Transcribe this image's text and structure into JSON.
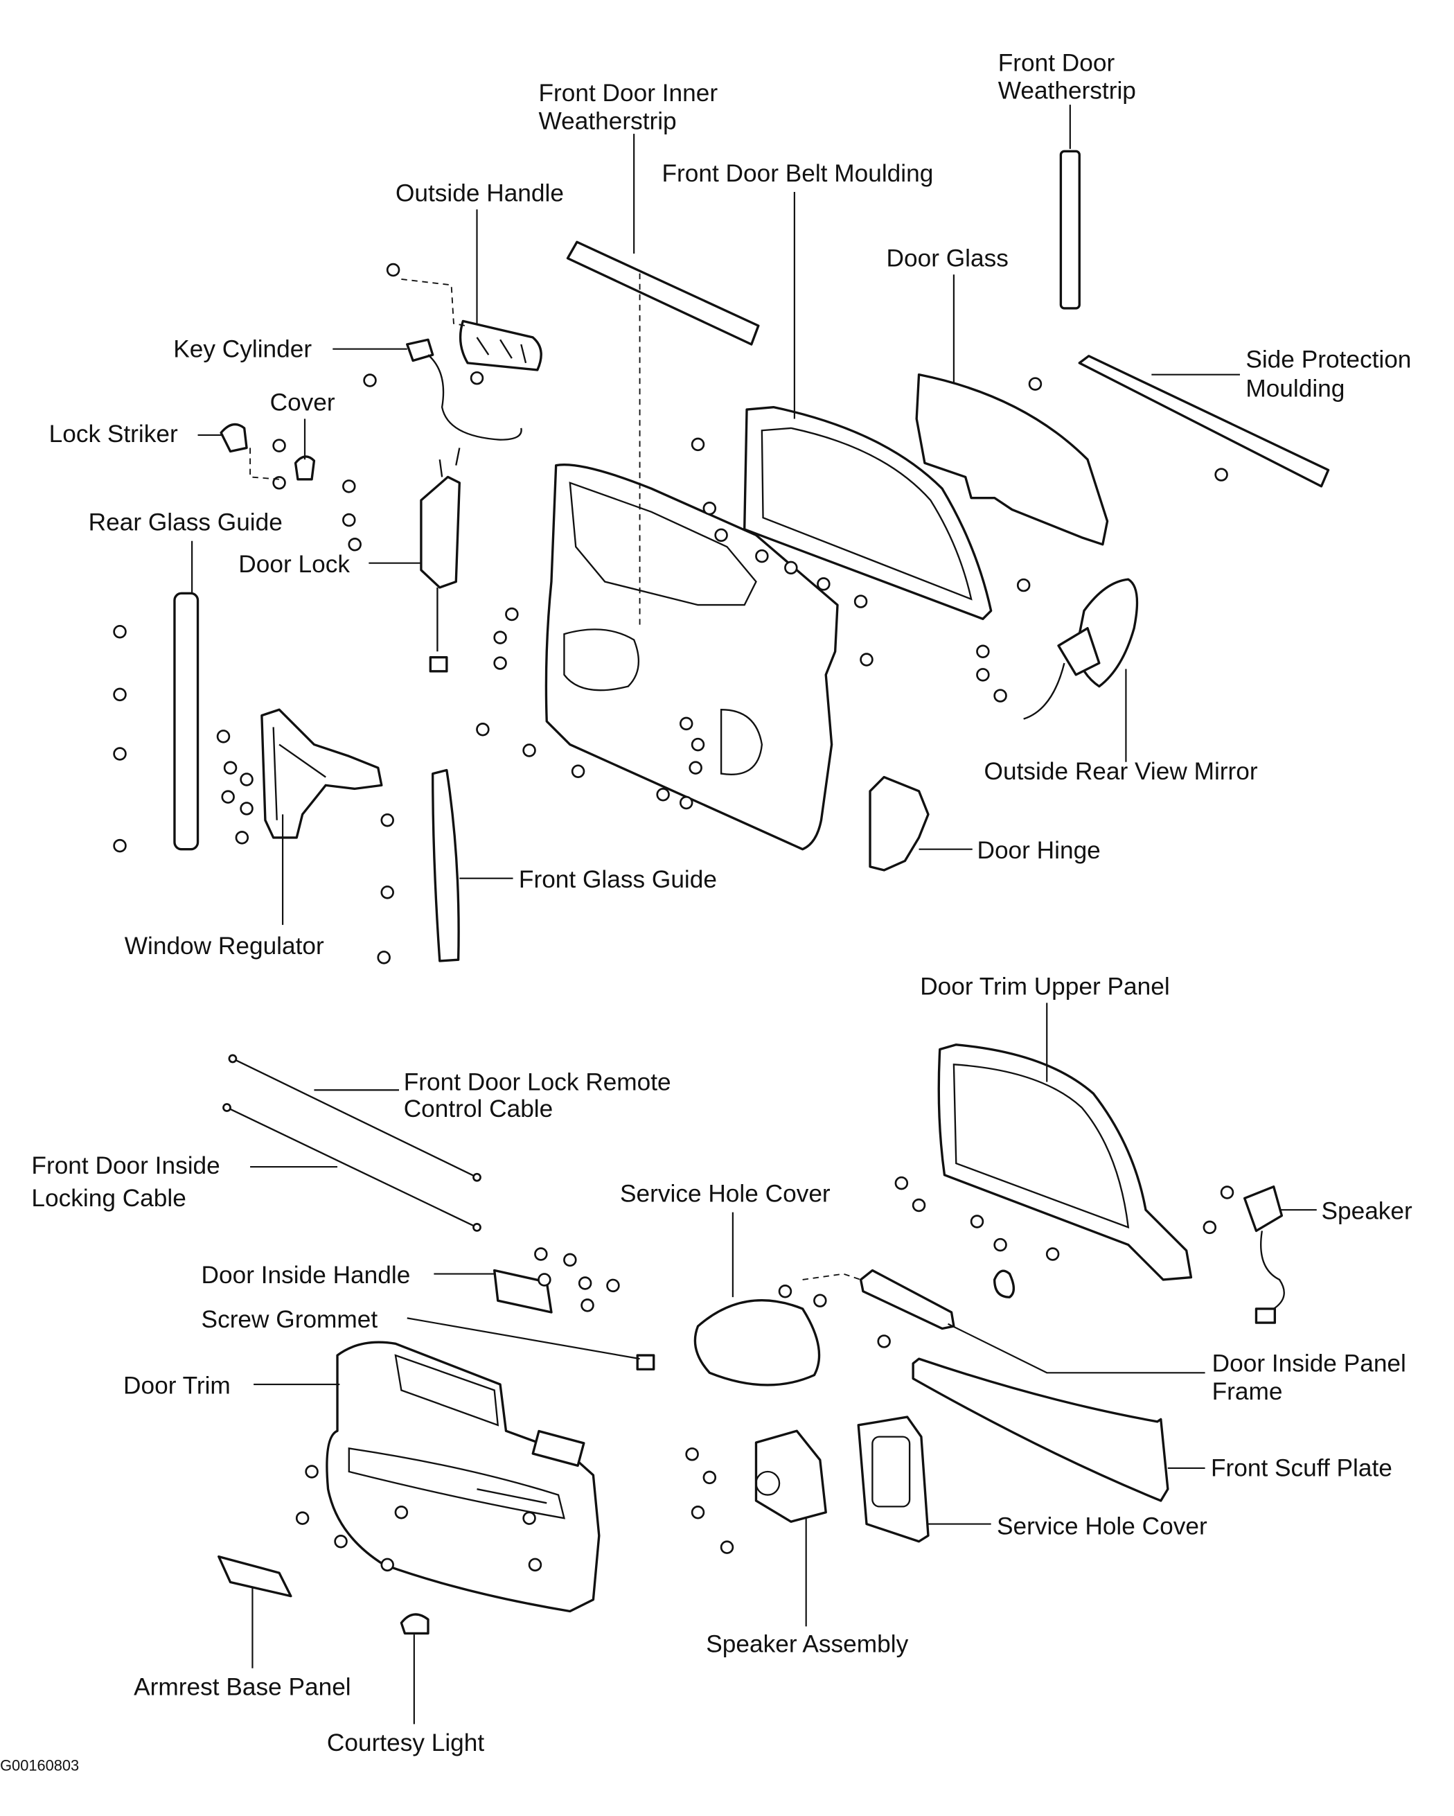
{
  "labels": {
    "front_door_weatherstrip": [
      "Front Door",
      "Weatherstrip"
    ],
    "front_door_inner_weatherstrip": [
      "Front Door Inner",
      "Weatherstrip"
    ],
    "front_door_belt_moulding": "Front Door Belt Moulding",
    "outside_handle": "Outside Handle",
    "door_glass": "Door Glass",
    "side_protection_moulding": [
      "Side Protection",
      "Moulding"
    ],
    "key_cylinder": "Key Cylinder",
    "cover": "Cover",
    "lock_striker": "Lock Striker",
    "rear_glass_guide": "Rear Glass Guide",
    "door_lock": "Door Lock",
    "outside_rear_view_mirror": "Outside Rear View Mirror",
    "door_hinge": "Door Hinge",
    "front_glass_guide": "Front Glass Guide",
    "window_regulator": "Window Regulator",
    "door_trim_upper_panel": "Door Trim Upper Panel",
    "front_door_lock_remote_control_cable": [
      "Front Door Lock Remote",
      "Control Cable"
    ],
    "front_door_inside_locking_cable": [
      "Front Door Inside",
      "Locking Cable"
    ],
    "service_hole_cover_upper": "Service Hole Cover",
    "speaker": "Speaker",
    "door_inside_handle": "Door Inside Handle",
    "screw_grommet": "Screw Grommet",
    "door_trim": "Door Trim",
    "door_inside_panel_frame": [
      "Door Inside Panel",
      "Frame"
    ],
    "front_scuff_plate": "Front Scuff Plate",
    "service_hole_cover_lower": "Service Hole Cover",
    "speaker_assembly": "Speaker Assembly",
    "armrest_base_panel": "Armrest Base Panel",
    "courtesy_light": "Courtesy Light"
  },
  "figure_code": "G00160803"
}
